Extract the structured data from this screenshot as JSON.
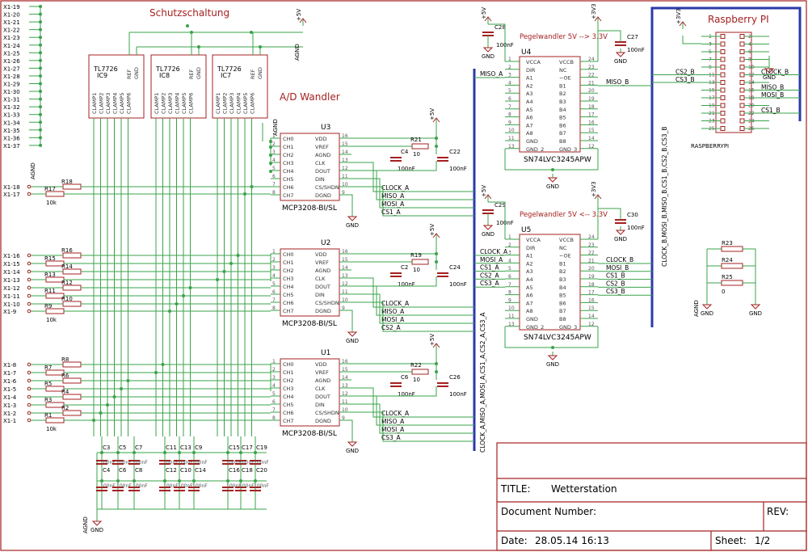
{
  "title": "Wetterstation",
  "sections": {
    "protection": "Schutzschaltung",
    "adc": "A/D Wandler",
    "raspberry": "Raspberry PI"
  },
  "connector_left_top": [
    "X1-19",
    "X1-20",
    "X1-21",
    "X1-22",
    "X1-23",
    "X1-24",
    "X1-25",
    "X1-26",
    "X1-27",
    "X1-28",
    "X1-29",
    "X1-30",
    "X1-31",
    "X1-32",
    "X1-33",
    "X1-34",
    "X1-35",
    "X1-36",
    "X1-37"
  ],
  "connector_left_u3": [
    "X1-18",
    "X1-17"
  ],
  "connector_left_u2": [
    "X1-16",
    "X1-15",
    "X1-14",
    "X1-13",
    "X1-12",
    "X1-11",
    "X1-10",
    "X1-9"
  ],
  "connector_left_u1": [
    "X1-8",
    "X1-7",
    "X1-6",
    "X1-5",
    "X1-4",
    "X1-3",
    "X1-2",
    "X1-1"
  ],
  "resistor_labels": {
    "u3": [
      "R18",
      "R17"
    ],
    "u2": [
      "R16",
      "R15",
      "R14",
      "R13",
      "R12",
      "R11",
      "R10",
      "R9"
    ],
    "u1": [
      "R8",
      "R7",
      "R6",
      "R5",
      "R4",
      "R3",
      "R2",
      "R1"
    ],
    "value": "10k"
  },
  "protection_ics": [
    {
      "name": "IC9",
      "part": "TL7726"
    },
    {
      "name": "IC8",
      "part": "TL7726"
    },
    {
      "name": "IC7",
      "part": "TL7726"
    }
  ],
  "protection_pins": [
    "CLAMP1",
    "CLAMP2",
    "CLAMP3",
    "CLAMP4",
    "CLAMP5",
    "CLAMP6"
  ],
  "protection_side_pins": [
    "REF",
    "GND"
  ],
  "adc_chips": [
    {
      "name": "U3",
      "part": "MCP3208-BI/SL",
      "nets": [
        "CLOCK_A",
        "MISO_A",
        "MOSI_A",
        "CS1_A"
      ],
      "rp": "R21",
      "cp": "C4",
      "cbig": "C22"
    },
    {
      "name": "U2",
      "part": "MCP3208-BI/SL",
      "nets": [
        "CLOCK_A",
        "MISO_A",
        "MOSI_A",
        "CS2_A"
      ],
      "rp": "R19",
      "cp": "C2",
      "cbig": "C24"
    },
    {
      "name": "U1",
      "part": "MCP3208-BI/SL",
      "nets": [
        "CLOCK_A",
        "MISO_A",
        "MOSI_A",
        "CS3_A"
      ],
      "rp": "R22",
      "cp": "C6",
      "cbig": "C26"
    }
  ],
  "adc_pins_left": [
    "CH0",
    "CH1",
    "CH2",
    "CH3",
    "CH4",
    "CH5",
    "CH6",
    "CH7"
  ],
  "adc_pins_right": [
    "VDD",
    "VREF",
    "AGND",
    "CLK",
    "DOUT",
    "DIN",
    "CS/SHDN",
    "DGND"
  ],
  "adc_pin_nums_left": [
    "1",
    "2",
    "3",
    "4",
    "5",
    "6",
    "7",
    "8"
  ],
  "adc_pin_nums_right": [
    "16",
    "15",
    "14",
    "13",
    "12",
    "11",
    "10",
    "9"
  ],
  "rc_values": {
    "r": "10",
    "c_small": "100nF",
    "c_big": "100nF"
  },
  "power": {
    "v5": "+5V",
    "v33": "+3V3",
    "gnd": "GND",
    "agnd": "AGND"
  },
  "level_shifters": [
    {
      "name": "U4",
      "part": "SN74LVC3245APW",
      "label": "Pegelwandler 5V --> 3.3V",
      "cap_top": "C28",
      "cap_right": "C27",
      "left_nets": [
        "MISO_A"
      ],
      "right_nets": [
        "MISO_B"
      ]
    },
    {
      "name": "U5",
      "part": "SN74LVC3245APW",
      "label": "Pegelwandler 5V <-- 3.3V",
      "cap_top": "C29",
      "cap_right": "C30",
      "left_nets": [
        "CLOCK_A",
        "MOSI_A",
        "CS1_A",
        "CS2_A",
        "CS3_A"
      ],
      "right_nets": [
        "CLOCK_B",
        "MOSI_B",
        "CS1_B",
        "CS2_B",
        "CS3_B"
      ]
    }
  ],
  "shifter_pins_left": [
    "VCCA",
    "DIR",
    "A1",
    "A2",
    "A3",
    "A4",
    "A5",
    "A6",
    "A7",
    "A8",
    "GND",
    "GND_2"
  ],
  "shifter_pins_right": [
    "VCCB",
    "NC",
    "~OE",
    "B1",
    "B2",
    "B3",
    "B4",
    "B5",
    "B6",
    "B7",
    "B8",
    "GND_3"
  ],
  "shifter_pin_nums_left": [
    "1",
    "2",
    "3",
    "4",
    "5",
    "6",
    "7",
    "8",
    "9",
    "10",
    "11",
    "13"
  ],
  "shifter_pin_nums_right": [
    "24",
    "23",
    "22",
    "21",
    "20",
    "19",
    "18",
    "17",
    "16",
    "15",
    "14",
    "12"
  ],
  "bus_a_label": "CLOCK_A,MISO_A,MOSI_A,CS1_A,CS2_A,CS3_A",
  "bus_b_label": "CLOCK_B,MOSI_B,MISO_B,CS1_B,CS2_B,CS3_B",
  "raspberry": {
    "part": "RASPBERRYPI",
    "left_nums": [
      "1",
      "3",
      "5",
      "7",
      "9",
      "11",
      "13",
      "15",
      "17",
      "19",
      "21",
      "23",
      "25"
    ],
    "right_nums": [
      "2",
      "4",
      "6",
      "8",
      "10",
      "12",
      "14",
      "16",
      "18",
      "20",
      "22",
      "24",
      "26"
    ],
    "left_nets": [
      "",
      "",
      "",
      "",
      "",
      "CS2_B",
      "CS3_B",
      "",
      "",
      "",
      "",
      "",
      ""
    ],
    "right_nets": [
      "",
      "",
      "",
      "",
      "",
      "CLOCK_B",
      "",
      "MISO_B",
      "MOSI_B",
      "",
      "CS1_B",
      "",
      ""
    ]
  },
  "misc_resistors": [
    {
      "name": "R23"
    },
    {
      "name": "R24"
    },
    {
      "name": "R25",
      "value": "0"
    }
  ],
  "cap_bank": {
    "top": [
      "C3",
      "C5",
      "C7",
      "C11",
      "C13",
      "C9",
      "C15",
      "C17",
      "C19"
    ],
    "bottom": [
      "C4",
      "C6",
      "C8",
      "C12",
      "C10",
      "C14",
      "C16",
      "C18",
      "C20"
    ],
    "value": "100nF"
  },
  "title_block": {
    "title_label": "TITLE:",
    "title_value": "Wetterstation",
    "docnum_label": "Document Number:",
    "rev_label": "REV:",
    "date_label": "Date:",
    "date_value": "28.05.14 16:13",
    "sheet_label": "Sheet:",
    "sheet_value": "1/2"
  },
  "colors": {
    "border": "#a52020",
    "wire": "#3aa34a",
    "bus": "#2b3aa8",
    "text": "#000000",
    "part": "#a52020"
  }
}
